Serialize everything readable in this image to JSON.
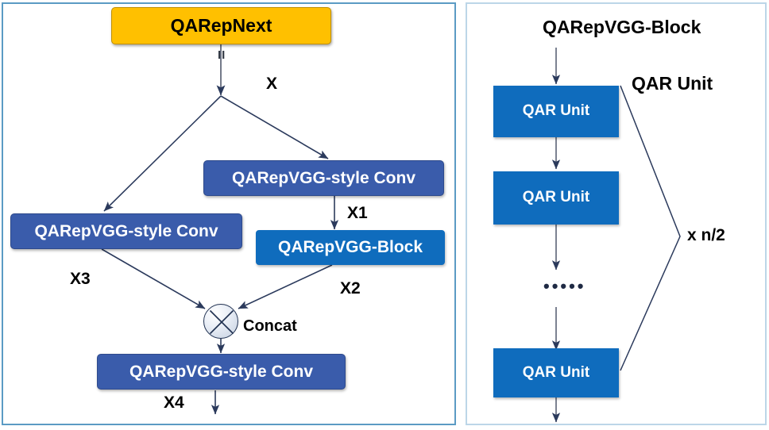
{
  "figure": {
    "left_panel": {
      "title_node": {
        "label": "QARepNext",
        "color": "#ffc000"
      },
      "parallel_mark": "II",
      "nodes": [
        {
          "name": "conv-right",
          "label": "QARepVGG-style Conv",
          "color": "#3a5cab"
        },
        {
          "name": "conv-left",
          "label": "QARepVGG-style Conv",
          "color": "#3a5cab"
        },
        {
          "name": "qarepvgg-block",
          "label": "QARepVGG-Block",
          "color": "#0f6cbd"
        },
        {
          "name": "conv-bottom",
          "label": "QARepVGG-style Conv",
          "color": "#3a5cab"
        }
      ],
      "edge_labels": {
        "x": "X",
        "x1": "X1",
        "x2": "X2",
        "x3": "X3",
        "x4": "X4"
      },
      "concat": {
        "label": "Concat",
        "icon": "cross-circle-icon"
      }
    },
    "right_panel": {
      "title": "QARepVGG-Block",
      "unit_callout": "QAR Unit",
      "repeat_label": "x n/2",
      "ellipsis": "•••••",
      "units": [
        {
          "label": "QAR Unit",
          "color": "#0f6cbd"
        },
        {
          "label": "QAR Unit",
          "color": "#0f6cbd"
        },
        {
          "label": "QAR Unit",
          "color": "#0f6cbd"
        }
      ]
    },
    "colors": {
      "amber": "#ffc000",
      "indigo": "#3a5cab",
      "azure": "#0f6cbd",
      "arrow": "#2b3a5c",
      "panel_border_left": "#5b9bc4",
      "panel_border_right": "#bcd6e8"
    }
  }
}
